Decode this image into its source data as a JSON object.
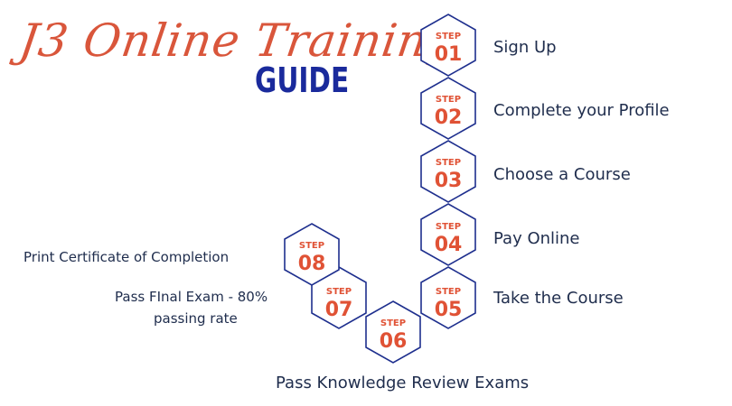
{
  "title": {
    "script": "J3 Online Training",
    "guide": "GUIDE"
  },
  "step_word": "STEP",
  "steps": [
    {
      "number": "01",
      "label": "Sign Up"
    },
    {
      "number": "02",
      "label": "Complete your Profile"
    },
    {
      "number": "03",
      "label": "Choose a Course"
    },
    {
      "number": "04",
      "label": "Pay Online"
    },
    {
      "number": "05",
      "label": "Take the Course"
    },
    {
      "number": "06",
      "label": "Pass Knowledge Review Exams"
    },
    {
      "number": "07",
      "label_line1": "Pass FInal Exam - 80%",
      "label_line2": "passing rate"
    },
    {
      "number": "08",
      "label": "Print Certificate of Completion"
    }
  ],
  "colors": {
    "accent": "#e05235",
    "title_script": "#d9563b",
    "guide": "#1a2a9c",
    "hex_stroke": "#1e2f8e",
    "text": "#1f2d4d"
  }
}
